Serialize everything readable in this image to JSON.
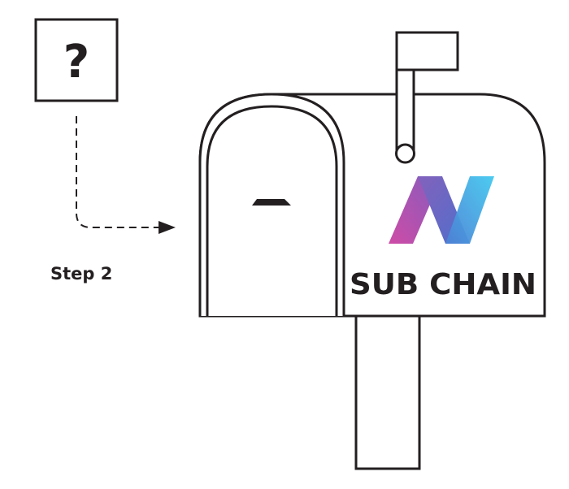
{
  "diagram": {
    "question_box": {
      "symbol": "?",
      "icon": "question-mark-icon"
    },
    "step_label": "Step 2",
    "arrow": {
      "style": "dashed",
      "direction": "right",
      "icon": "dashed-arrow-icon"
    },
    "mailbox": {
      "icon": "mailbox-icon",
      "logo": {
        "icon": "nav-n-logo-icon",
        "colors": [
          "#c13a9e",
          "#7a4bb5",
          "#3b66c9",
          "#2fb6ea"
        ]
      },
      "text": "SUB CHAIN"
    },
    "colors": {
      "stroke": "#231f20",
      "background": "#ffffff"
    }
  }
}
